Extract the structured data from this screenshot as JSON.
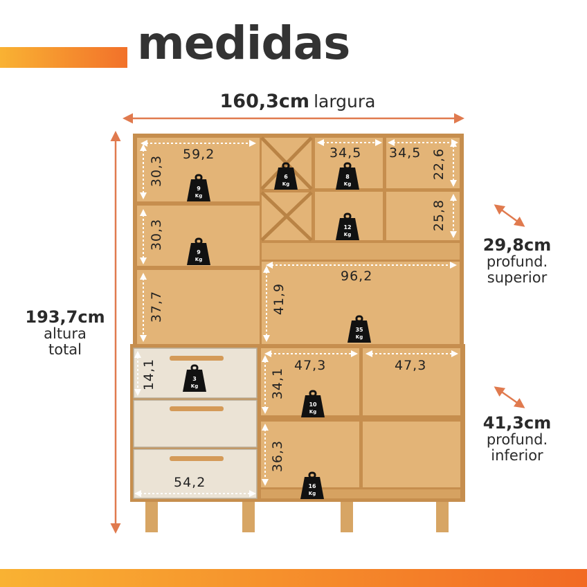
{
  "title": "medidas",
  "width": {
    "value": "160,3cm",
    "word": "largura"
  },
  "height": {
    "value": "193,7cm",
    "line1": "altura",
    "line2": "total"
  },
  "depth_upper": {
    "value": "29,8cm",
    "line1": "profund.",
    "line2": "superior"
  },
  "depth_lower": {
    "value": "41,3cm",
    "line1": "profund.",
    "line2": "inferior"
  },
  "dimensions": {
    "top_left_width": "59,2",
    "top_right_width_a": "34,5",
    "top_right_width_b": "34,5",
    "top_right_height_a": "22,6",
    "top_right_height_b": "25,8",
    "left_shelf_1": "30,3",
    "left_shelf_2": "30,3",
    "left_shelf_3": "37,7",
    "center_width": "96,2",
    "center_height": "41,9",
    "drawer_height": "14,1",
    "drawer_width": "54,2",
    "lower_width_a": "47,3",
    "lower_width_b": "47,3",
    "lower_height_a": "34,1",
    "lower_height_b": "36,3"
  },
  "weights": {
    "unit": "Kg",
    "shelf_left_1": "9",
    "shelf_left_2": "9",
    "wine_rack": "6",
    "top_right_small": "8",
    "top_right_mid": "12",
    "center_niche": "35",
    "drawer": "3",
    "lower_shelf": "10",
    "lower_bottom": "16"
  },
  "colors": {
    "wood": "#d9a462",
    "wood_inner": "#e2b374",
    "wood_edge": "#b98345",
    "drawer_front": "#ebe3d5",
    "accent_orange": "#f2712a",
    "dimension_arrow": "#e07a4e"
  }
}
